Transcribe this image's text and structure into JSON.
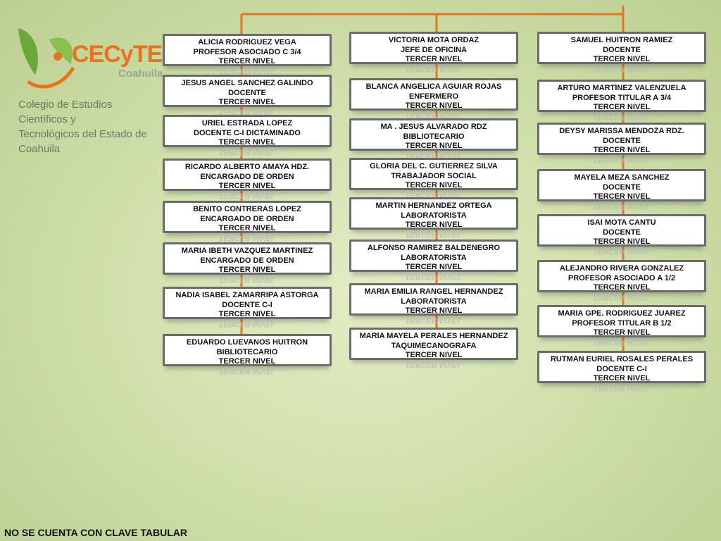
{
  "logo": {
    "brand": "CECyTE",
    "state": "Coahuila",
    "institution_line1": "Colegio de Estudios Científicos y",
    "institution_line2": "Tecnológicos del Estado de Coahuila"
  },
  "colors": {
    "connector": "#e8731f",
    "box_border": "#6b6b6b",
    "logo_green": "#6aa83a"
  },
  "columns": [
    [
      {
        "name": "ALICIA RODRIGUEZ VEGA",
        "role": "PROFESOR ASOCIADO C 3/4",
        "level": "TERCER NIVEL"
      },
      {
        "name": "JESUS ANGEL SANCHEZ GALINDO",
        "role": "DOCENTE",
        "level": "TERCER NIVEL"
      },
      {
        "name": "URIEL ESTRADA LOPEZ",
        "role": "DOCENTE C-I DICTAMINADO",
        "level": "TERCER NIVEL"
      },
      {
        "name": "RICARDO ALBERTO AMAYA HDZ.",
        "role": "ENCARGADO DE ORDEN",
        "level": "TERCER NIVEL"
      },
      {
        "name": "BENITO CONTRERAS LÓPEZ",
        "role": "ENCARGADO DE ORDEN",
        "level": "TERCER NIVEL"
      },
      {
        "name": "MARIA IBETH VAZQUEZ MARTINEZ",
        "role": "ENCARGADO DE ORDEN",
        "level": "TERCER NIVEL"
      },
      {
        "name": "NADIA ISABEL ZAMARRIPA ASTORGA",
        "role": "DOCENTE C-I",
        "level": "TERCER NIVEL"
      },
      {
        "name": "EDUARDO LUEVANOS HUITRON",
        "role": "BIBLIOTECARIO",
        "level": "TERCER NIVEL"
      }
    ],
    [
      {
        "name": "VICTORIA MOTA ORDAZ",
        "role": "JEFE DE OFICINA",
        "level": "TERCER NIVEL"
      },
      {
        "name": "BLANCA ANGELICA AGUIAR ROJAS",
        "role": "ENFERMERO",
        "level": "TERCER NIVEL"
      },
      {
        "name": "MA . JESUS ALVARADO RDZ",
        "role": "BIBLIOTECARIO",
        "level": "TERCER NIVEL"
      },
      {
        "name": "GLORIA DEL C. GUTIERREZ SILVA",
        "role": "TRABAJADOR SOCIAL",
        "level": "TERCER NIVEL"
      },
      {
        "name": "MARTIN HERNANDEZ ORTEGA",
        "role": "LABORATORISTA",
        "level": "TERCER NIVEL"
      },
      {
        "name": "ALFONSO RAMIREZ BALDENEGRO",
        "role": "LABORATORISTA",
        "level": "TERCER NIVEL"
      },
      {
        "name": "MARIA EMILIA RANGEL HERNANDEZ",
        "role": "LABORATORISTA",
        "level": "TERCER NIVEL"
      },
      {
        "name": "MARÍA MAYELA PERALES HERNANDEZ",
        "role": "TAQUIMECANOGRAFA",
        "level": "TERCER NIVEL"
      }
    ],
    [
      {
        "name": "SAMUEL HUITRON RAMIEZ",
        "role": "DOCENTE",
        "level": "TERCER NIVEL"
      },
      {
        "name": "ARTURO MARTÍNEZ VALENZUELA",
        "role": "PROFESOR TITULAR A 3/4",
        "level": "TERCER NIVEL"
      },
      {
        "name": "DEYSY MARISSA MENDOZA RDZ.",
        "role": "DOCENTE",
        "level": "TERCER NIVEL"
      },
      {
        "name": "MAYELA MEZA SANCHEZ",
        "role": "DOCENTE",
        "level": "TERCER NIVEL"
      },
      {
        "name": "ISAI MOTA CANTU",
        "role": "DOCENTE",
        "level": "TERCER NIVEL"
      },
      {
        "name": "ALEJANDRO RIVERA GONZALEZ",
        "role": "PROFESOR ASOCIADO A 1/2",
        "level": "TERCER NIVEL"
      },
      {
        "name": "MARIA GPE. RODRIGUEZ JUAREZ",
        "role": "PROFESOR TITULAR B 1/2",
        "level": "TERCER NIVEL"
      },
      {
        "name": "RUTMAN EURIEL ROSALES PERALES",
        "role": "DOCENTE C-I",
        "level": "TERCER NIVEL"
      }
    ]
  ],
  "footer": "NO SE CUENTA CON CLAVE TABULAR"
}
